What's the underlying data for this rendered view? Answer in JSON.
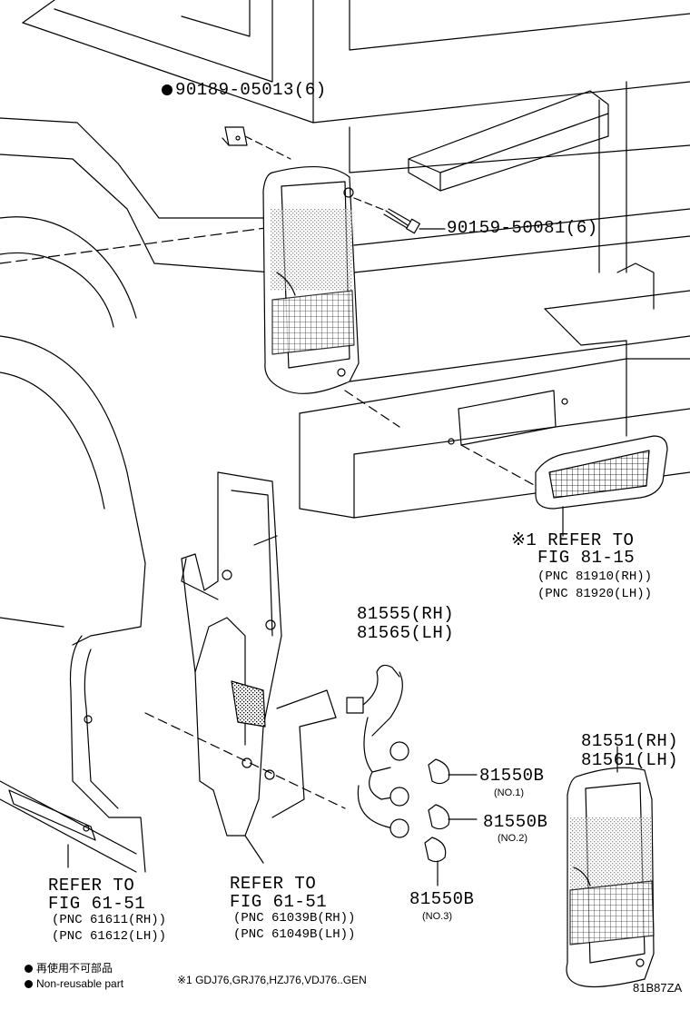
{
  "labels": {
    "screw_nonreusable": "90189-05013(6)",
    "screw": "90159-50081(6)",
    "refer_license": "※1 REFER TO",
    "refer_license_fig": "FIG 81-15",
    "refer_license_pnc_rh": "(PNC 81910(RH))",
    "refer_license_pnc_lh": "(PNC 81920(LH))",
    "socket_rh": "81555(RH)",
    "socket_lh": "81565(LH)",
    "lens_rh": "81551(RH)",
    "lens_lh": "81561(LH)",
    "bulb1": "81550B",
    "bulb1_note": "(NO.1)",
    "bulb2": "81550B",
    "bulb2_note": "(NO.2)",
    "bulb3": "81550B",
    "bulb3_note": "(NO.3)",
    "refer_panel": "REFER TO",
    "refer_panel_fig": "FIG 61-51",
    "refer_panel_pnc_rh": "(PNC 61611(RH))",
    "refer_panel_pnc_lh": "(PNC 61612(LH))",
    "refer_inner": "REFER TO",
    "refer_inner_fig": "FIG 61-51",
    "refer_inner_pnc_rh": "(PNC 61039B(RH))",
    "refer_inner_pnc_lh": "(PNC 61049B(LH))"
  },
  "legend": {
    "jp": "再使用不可部品",
    "en": "Non-reusable part",
    "applicability": "※1 GDJ76,GRJ76,HZJ76,VDJ76..GEN"
  },
  "figure_id": "81B87ZA"
}
